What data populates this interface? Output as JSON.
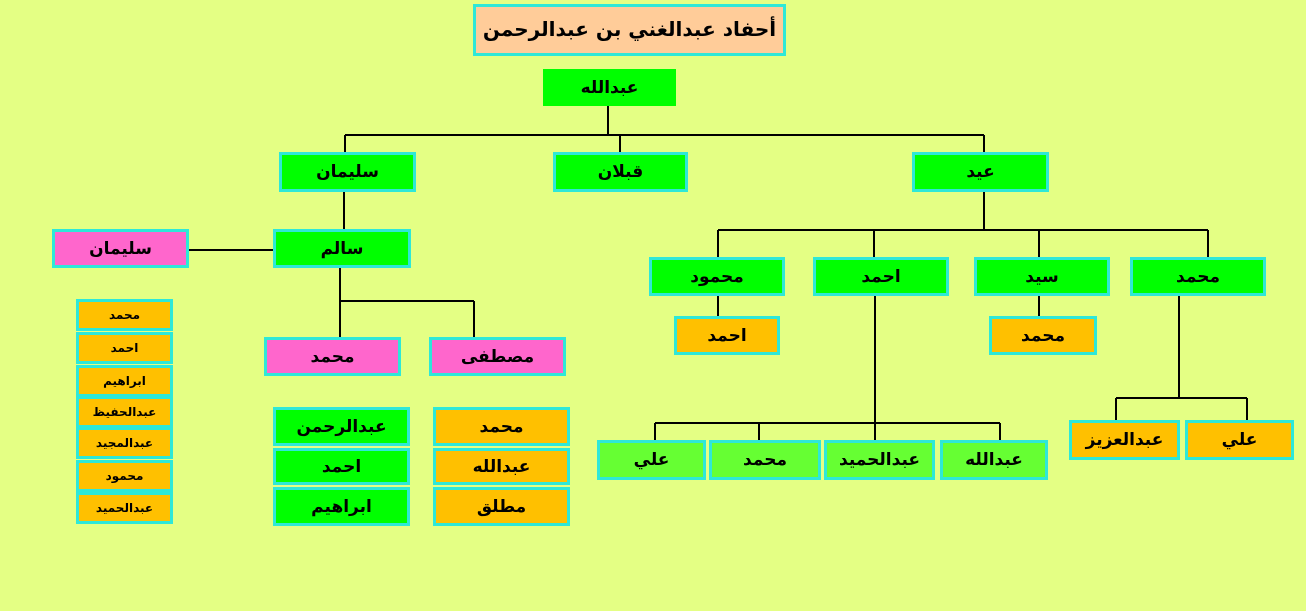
{
  "colors": {
    "background": "#e4ff84",
    "title": "#ffcc99",
    "green": "#00ff00",
    "light_green": "#66ff33",
    "pink": "#ff66cc",
    "orange": "#ffc000",
    "border": "#2ee8d8",
    "line": "#000000"
  },
  "title": "أحفاد عبدالغني بن عبدالرحمن",
  "root": "عبدالله",
  "sons": {
    "sulayman": "سليمان",
    "qablan": "قبلان",
    "eid": "عيد"
  },
  "salim": "سالم",
  "sulayman_pink": "سليمان",
  "sulayman_children": [
    "محمد",
    "احمد",
    "ابراهيم",
    "عبدالحفيظ",
    "عبدالمجيد",
    "محمود",
    "عبدالحميد"
  ],
  "salim_children": {
    "muhammad": "محمد",
    "mustafa": "مصطفى"
  },
  "muhammad_children": [
    "عبدالرحمن",
    "احمد",
    "ابراهيم"
  ],
  "mustafa_children": [
    "محمد",
    "عبدالله",
    "مطلق"
  ],
  "eid_children": {
    "mahmoud": "محمود",
    "ahmad": "احمد",
    "sayyid": "سيد",
    "muhammad": "محمد"
  },
  "mahmoud_child": "احمد",
  "sayyid_child": "محمد",
  "ahmad_children": [
    "علي",
    "محمد",
    "عبدالحميد",
    "عبدالله"
  ],
  "muhammad2_children": [
    "عبدالعزيز",
    "علي"
  ]
}
